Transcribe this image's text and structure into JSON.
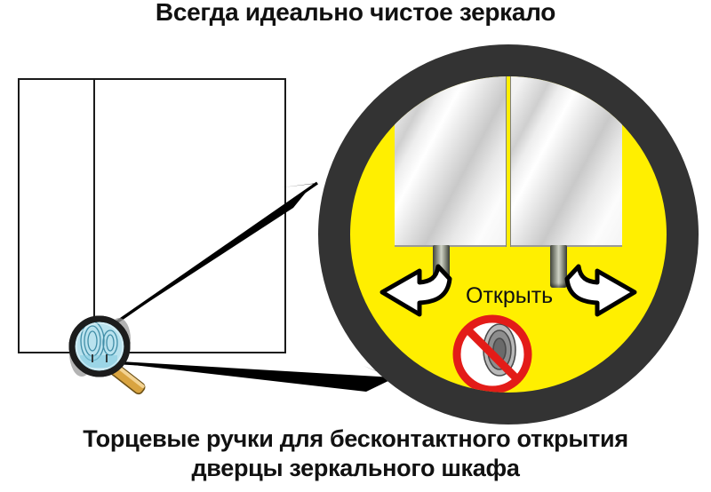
{
  "headings": {
    "top_title": "Всегда идеально чистое зеркало",
    "bottom_caption_line1": "Торцевые ручки для бесконтактного открытия",
    "bottom_caption_line2": "дверцы зеркального шкафа"
  },
  "callout": {
    "open_label": "Открыть",
    "ring_color": "#333333",
    "disc_color": "#ffef00",
    "prohibition_color": "#e31c18",
    "arrow_fill": "#ffffff",
    "arrow_outline": "#000000"
  },
  "cabinet": {
    "outline_color": "#1a1a1a",
    "fill_color": "#ffffff"
  },
  "magnifier": {
    "lens_color": "#b9e2ee",
    "rim_color": "#1c1c1c",
    "handle_color": "#d9a441",
    "smudge_color": "#8d8d8d"
  },
  "pointers": {
    "arrow_color": "#000000",
    "count": 2
  },
  "icons": {
    "left_arrow": "curved-arrow-left",
    "right_arrow": "curved-arrow-right",
    "no_fingerprint": "no-fingerprint-icon",
    "magnifier": "magnifier-icon"
  }
}
